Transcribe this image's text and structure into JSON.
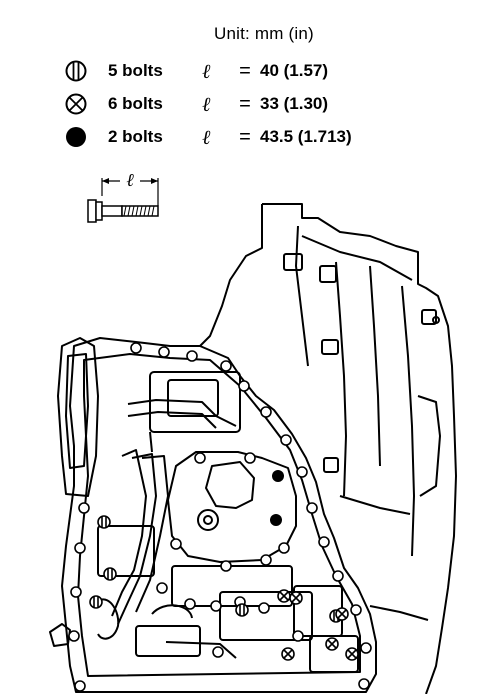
{
  "header": {
    "unit_label": "Unit: mm (in)"
  },
  "legend": [
    {
      "symbol": "circle-bar-icon",
      "count": "5 bolts",
      "var": "ℓ",
      "eq": "=",
      "value": "40 (1.57)"
    },
    {
      "symbol": "circle-cross-icon",
      "count": "6 bolts",
      "var": "ℓ",
      "eq": "=",
      "value": "33 (1.30)"
    },
    {
      "symbol": "filled-circle-icon",
      "count": "2 bolts",
      "var": "ℓ",
      "eq": "=",
      "value": "43.5 (1.713)"
    }
  ],
  "bolt_reference": {
    "dim_label": "ℓ"
  }
}
